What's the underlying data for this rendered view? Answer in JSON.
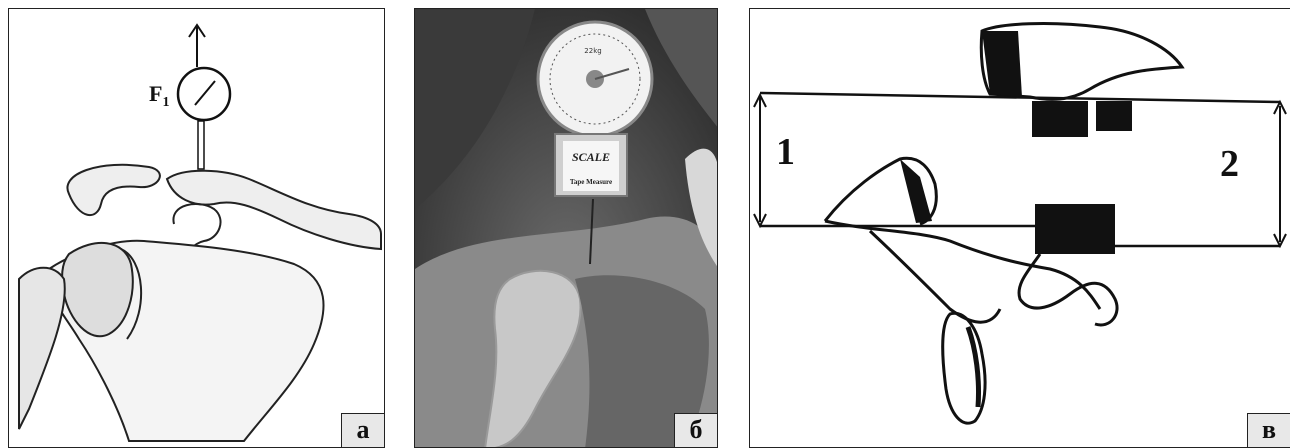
{
  "panels": {
    "a": {
      "letter": "а",
      "force_label": "F",
      "force_subscript": "1"
    },
    "b": {
      "letter": "б",
      "scale_dial_label": "22kg",
      "scale_brand": "SCALE",
      "scale_sub": "Tape Measure"
    },
    "c": {
      "letter": "в",
      "label_left": "1",
      "label_right": "2"
    }
  }
}
